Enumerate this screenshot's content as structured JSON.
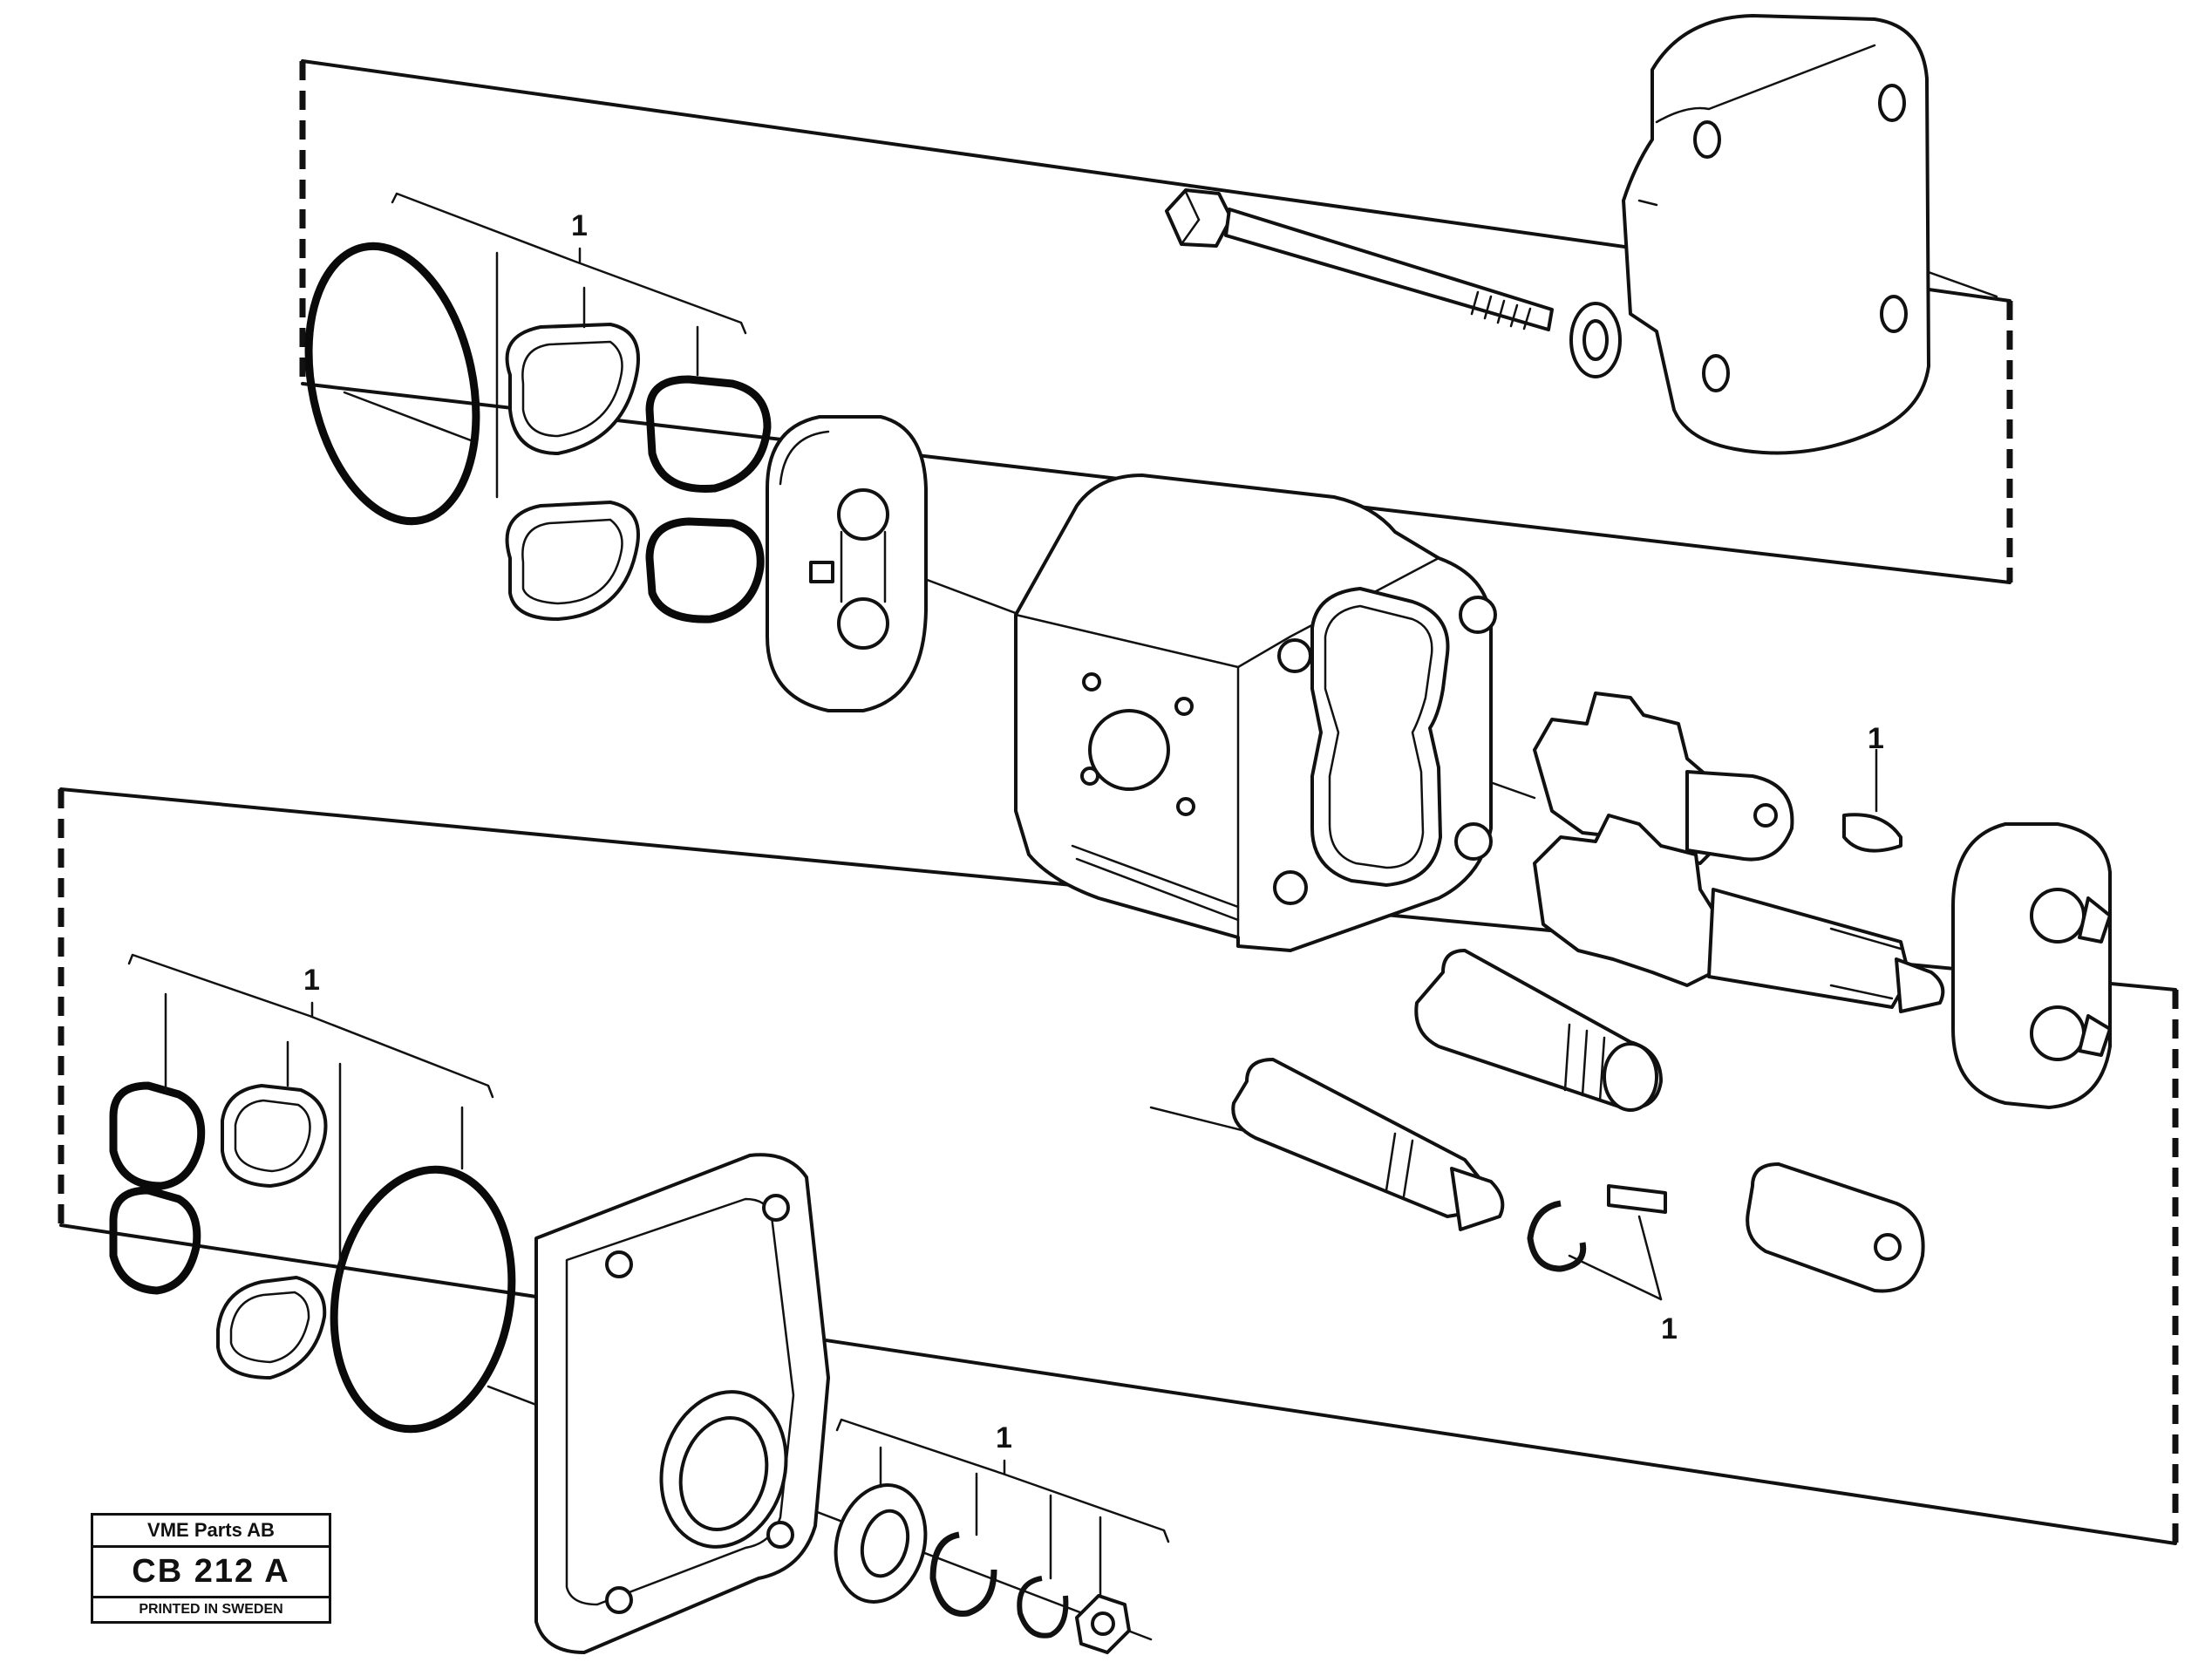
{
  "callouts": {
    "top_left_group": "1",
    "key_right": "1",
    "bottom_left_group": "1",
    "ring_key_pair": "1",
    "bottom_seals_group": "1"
  },
  "stamp": {
    "company": "VME Parts AB",
    "code": "CB 212  A",
    "printed": "PRINTED IN SWEDEN"
  }
}
